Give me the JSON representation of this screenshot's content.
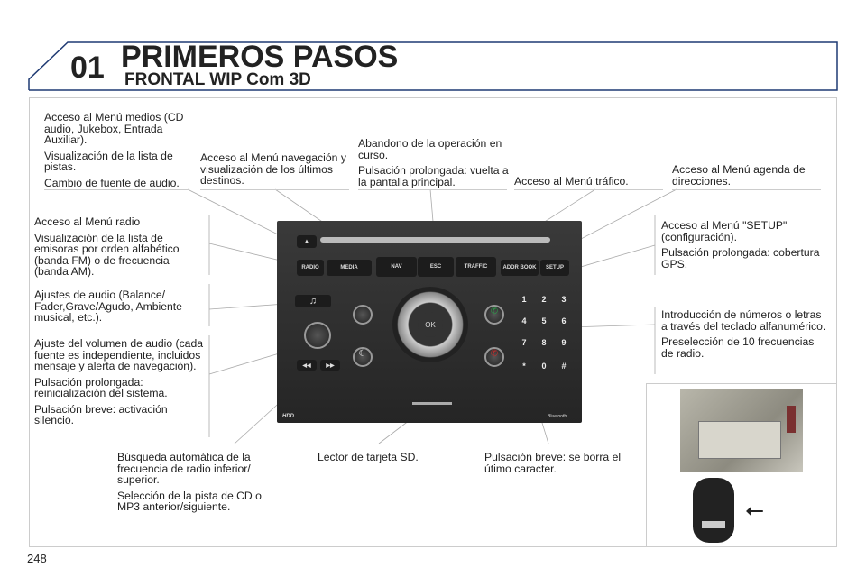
{
  "header": {
    "chapter": "01",
    "title": "PRIMEROS PASOS",
    "subtitle": "FRONTAL WIP Com 3D"
  },
  "page_number": "248",
  "callouts": {
    "media": [
      "Acceso al Menú medios (CD audio, Jukebox, Entrada Auxiliar).",
      "Visualización de la lista de pistas.",
      "Cambio de fuente de audio."
    ],
    "nav": [
      "Acceso al Menú navegación y visualización de los últimos destinos."
    ],
    "esc": [
      "Abandono de la operación en curso.",
      "Pulsación prolongada: vuelta a la pantalla principal."
    ],
    "traffic": [
      "Acceso al Menú tráfico."
    ],
    "addr": [
      "Acceso al Menú agenda de direcciones."
    ],
    "radio": [
      "Acceso al Menú radio",
      "Visualización de la lista de emisoras por orden alfabético (banda FM) o de frecuencia (banda AM)."
    ],
    "audio": [
      "Ajustes de audio (Balance/ Fader,Grave/Agudo, Ambiente musical, etc.)."
    ],
    "volume": [
      "Ajuste del volumen de audio (cada fuente es independiente, incluidos mensaje y alerta de navegación).",
      "Pulsación prolongada: reinicialización del sistema.",
      "Pulsación breve: activación silencio."
    ],
    "setup": [
      "Acceso al Menú \"SETUP\" (configuración).",
      "Pulsación prolongada: cobertura GPS."
    ],
    "keypad": [
      "Introducción de números o letras a través del teclado alfanumérico.",
      "Preselección de 10 frecuencias de radio."
    ],
    "seek": [
      "Búsqueda automática de la frecuencia de radio inferior/ superior.",
      "Selección de la pista de CD o MP3 anterior/siguiente."
    ],
    "sd": [
      "Lector de tarjeta SD."
    ],
    "clear": [
      "Pulsación breve: se borra el útimo caracter."
    ]
  },
  "panel": {
    "buttons": [
      "RADIO",
      "MEDIA",
      "NAV",
      "ESC",
      "TRAFFIC",
      "ADDR BOOK",
      "SETUP"
    ],
    "ok": "OK",
    "keys": [
      "1",
      "2",
      "3",
      "4",
      "5",
      "6",
      "7",
      "8",
      "9",
      "*",
      "0",
      "#"
    ],
    "hdd": "HDD",
    "bluetooth": "Bluetooth"
  },
  "colors": {
    "header_line": "#1f3a73",
    "call_green": "#2aa84a",
    "hangup_red": "#d32a2a"
  }
}
